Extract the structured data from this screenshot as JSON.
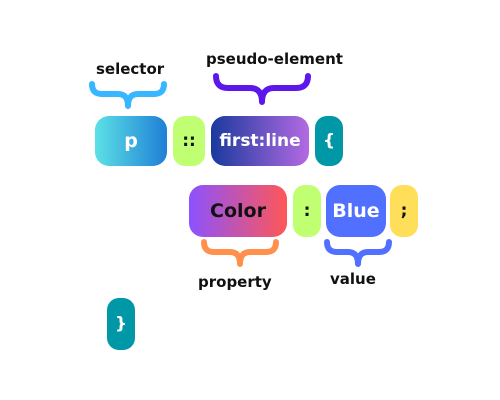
{
  "labels": {
    "selector": "selector",
    "pseudo_element": "pseudo-element",
    "property": "property",
    "value": "value"
  },
  "tokens": {
    "p": "p",
    "double_colon": "::",
    "first_line": "first:line",
    "open_brace": "{",
    "property": "Color",
    "colon": ":",
    "value": "Blue",
    "semicolon": ";",
    "close_brace": "}"
  },
  "colors": {
    "selector_brace": "#38b6ff",
    "pseudo_brace": "#5e17eb",
    "property_brace": "#ff914d",
    "value_brace": "#5170ff",
    "p_gradient": [
      "#5ce1e6",
      "#1f7fd6"
    ],
    "first_line_gradient": [
      "#1a3a9e",
      "#b36ae2"
    ],
    "property_gradient": [
      "#8c52ff",
      "#ff5757"
    ],
    "lime": "#c1ff72",
    "yellow": "#ffde59",
    "teal": "#0097a7",
    "blue": "#5170ff"
  }
}
